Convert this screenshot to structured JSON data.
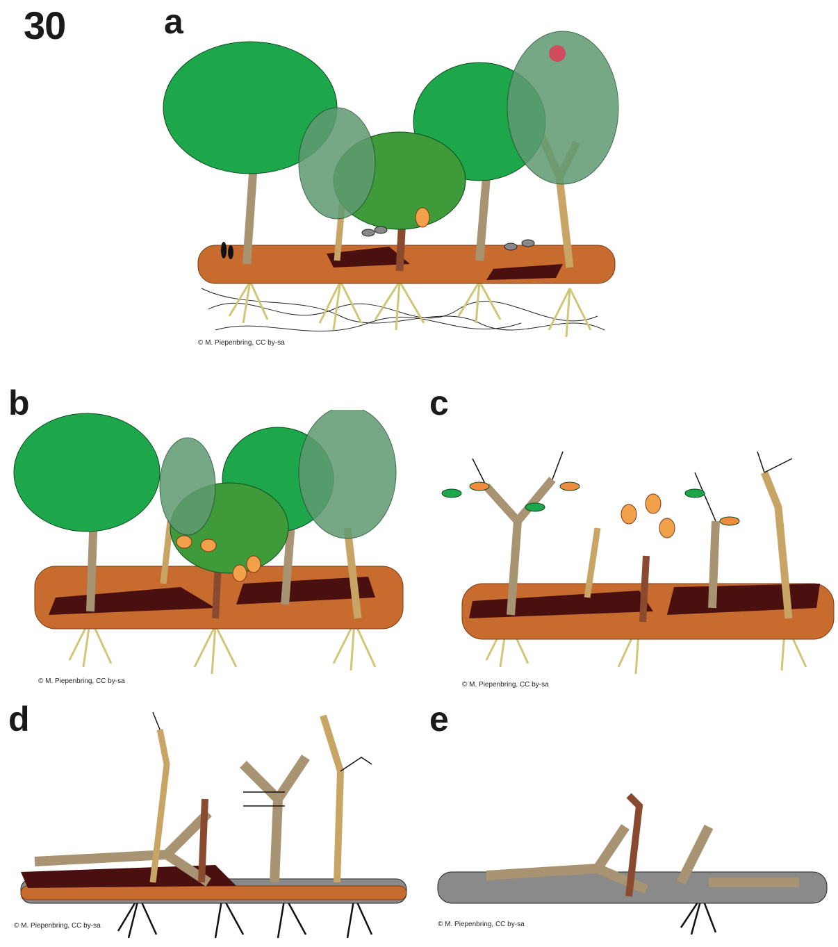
{
  "figure_number": "30",
  "panels": {
    "a": {
      "letter": "a",
      "credit": "© M. Piepenbring, CC by-sa"
    },
    "b": {
      "letter": "b",
      "credit": "© M. Piepenbring, CC by-sa"
    },
    "c": {
      "letter": "c",
      "credit": "© M. Piepenbring, CC by-sa"
    },
    "d": {
      "letter": "d",
      "credit": "© M. Piepenbring, CC by-sa"
    },
    "e": {
      "letter": "e",
      "credit": "© M. Piepenbring, CC by-sa"
    }
  },
  "colors": {
    "leaf_bright": "#1ea64a",
    "leaf_dark": "#3f9a3a",
    "leaf_grey_green": "#5f9a72",
    "leaf_orange": "#f08a3c",
    "fruit_orange": "#f2a04a",
    "trunk_tan": "#a89372",
    "trunk_light": "#c9a565",
    "trunk_brown": "#8a4a30",
    "litter_orange": "#c86b2e",
    "litter_dark": "#4a0f0f",
    "stone_grey": "#8a8a8a",
    "root_pale": "#d8d28a",
    "root_dark": "#222222",
    "flower_pink": "#d04a60"
  }
}
